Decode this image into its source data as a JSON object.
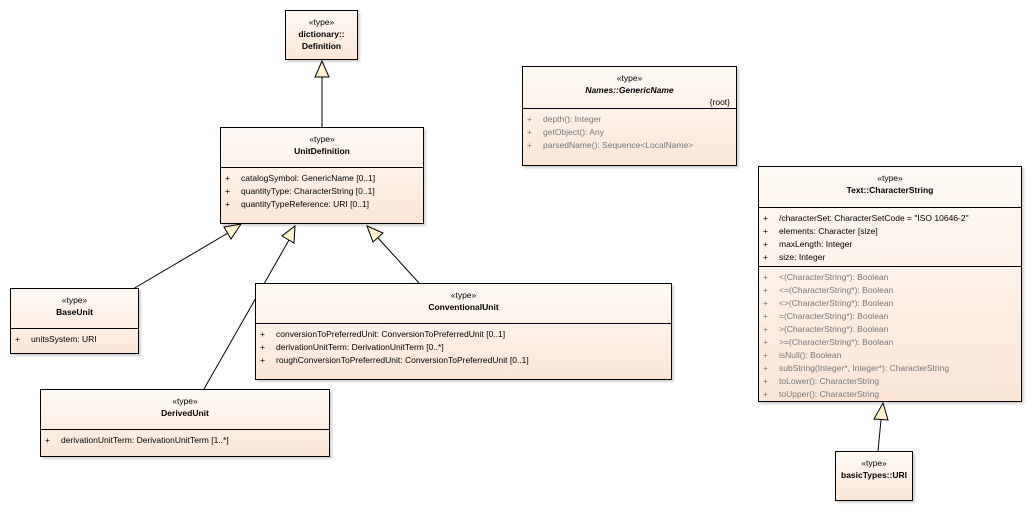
{
  "diagram": {
    "classes": {
      "definition": {
        "stereotype": "«type»",
        "name_line1": "dictionary::",
        "name_line2": "Definition"
      },
      "generic_name": {
        "stereotype": "«type»",
        "name": "Names::GenericName",
        "tag": "{root}",
        "operations": [
          {
            "vis": "+",
            "text": "depth(): Integer"
          },
          {
            "vis": "+",
            "text": "getObject(): Any"
          },
          {
            "vis": "+",
            "text": "parsedName(): Sequence<LocalName>"
          }
        ]
      },
      "unit_definition": {
        "stereotype": "«type»",
        "name": "UnitDefinition",
        "attributes": [
          {
            "vis": "+",
            "text": "catalogSymbol: GenericName [0..1]"
          },
          {
            "vis": "+",
            "text": "quantityType: CharacterString [0..1]"
          },
          {
            "vis": "+",
            "text": "quantityTypeReference: URI [0..1]"
          }
        ]
      },
      "character_string": {
        "stereotype": "«type»",
        "name": "Text::CharacterString",
        "attributes": [
          {
            "vis": "+",
            "text": "/characterSet: CharacterSetCode = \"ISO 10646-2\""
          },
          {
            "vis": "+",
            "text": "elements: Character [size]"
          },
          {
            "vis": "+",
            "text": "maxLength: Integer"
          },
          {
            "vis": "+",
            "text": "size: Integer"
          }
        ],
        "operations": [
          {
            "vis": "+",
            "text": "<(CharacterString*): Boolean"
          },
          {
            "vis": "+",
            "text": "<=(CharacterString*): Boolean"
          },
          {
            "vis": "+",
            "text": "<>(CharacterString*): Boolean"
          },
          {
            "vis": "+",
            "text": "=(CharacterString*): Boolean"
          },
          {
            "vis": "+",
            "text": ">(CharacterString*): Boolean"
          },
          {
            "vis": "+",
            "text": ">=(CharacterString*): Boolean"
          },
          {
            "vis": "+",
            "text": "isNull(): Boolean"
          },
          {
            "vis": "+",
            "text": "subString(Integer*, Integer*): CharacterString"
          },
          {
            "vis": "+",
            "text": "toLower(): CharacterString"
          },
          {
            "vis": "+",
            "text": "toUpper(): CharacterString"
          }
        ]
      },
      "base_unit": {
        "stereotype": "«type»",
        "name": "BaseUnit",
        "attributes": [
          {
            "vis": "+",
            "text": "unitsSystem: URI"
          }
        ]
      },
      "conventional_unit": {
        "stereotype": "«type»",
        "name": "ConventionalUnit",
        "attributes": [
          {
            "vis": "+",
            "text": "conversionToPreferredUnit: ConversionToPreferredUnit [0..1]"
          },
          {
            "vis": "+",
            "text": "derivationUnitTerm: DerivationUnitTerm [0..*]"
          },
          {
            "vis": "+",
            "text": "roughConversionToPreferredUnit: ConversionToPreferredUnit [0..1]"
          }
        ]
      },
      "derived_unit": {
        "stereotype": "«type»",
        "name": "DerivedUnit",
        "attributes": [
          {
            "vis": "+",
            "text": "derivationUnitTerm: DerivationUnitTerm [1..*]"
          }
        ]
      },
      "uri": {
        "stereotype": "«type»",
        "name": "basicTypes::URI"
      }
    },
    "colors": {
      "box_fill_top": "#fffaf5",
      "box_fill_bottom": "#fbe6d6",
      "border": "#000000",
      "operation_text": "#777777",
      "edge": "#000000",
      "arrowhead_fill": "#fff5cf"
    }
  }
}
